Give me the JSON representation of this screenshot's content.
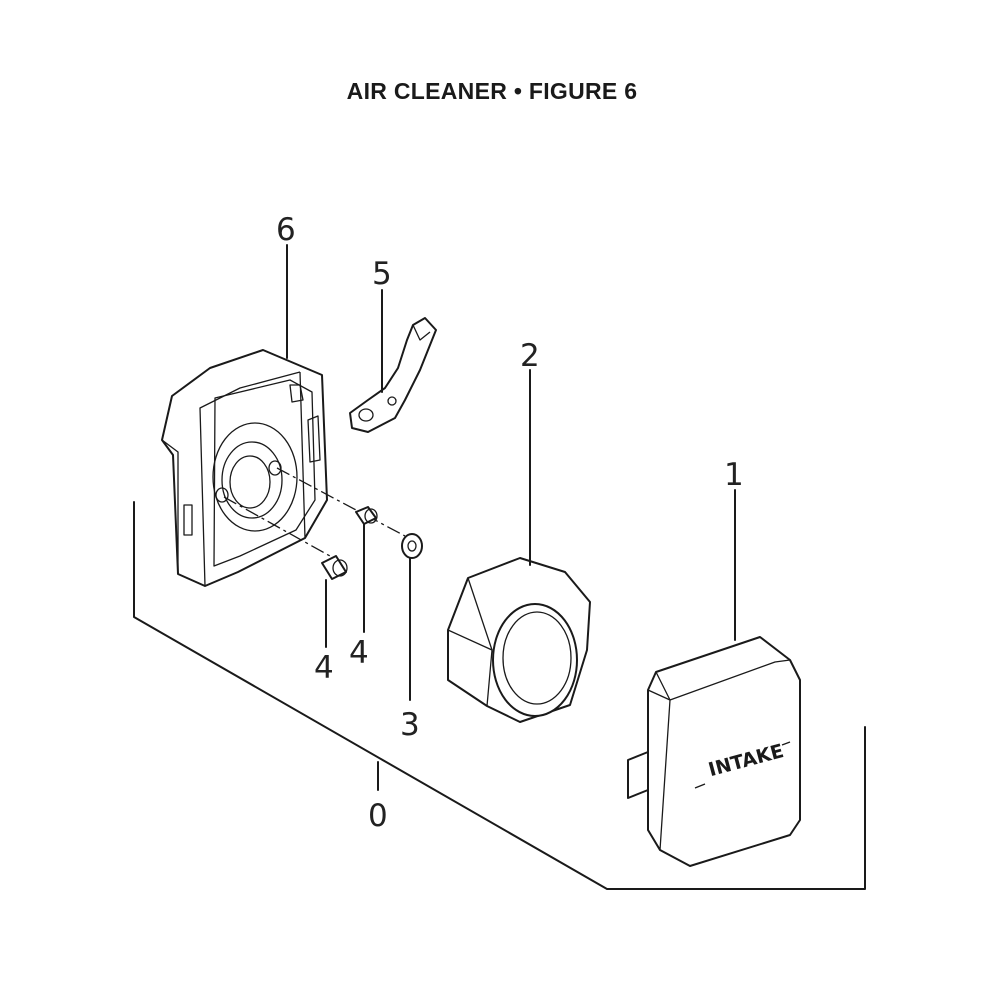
{
  "title": "AIR CLEANER  •  FIGURE 6",
  "callouts": {
    "c0": "0",
    "c1": "1",
    "c2": "2",
    "c3": "3",
    "c4a": "4",
    "c4b": "4",
    "c5": "5",
    "c6": "6"
  },
  "cover_label": "INTAKE"
}
